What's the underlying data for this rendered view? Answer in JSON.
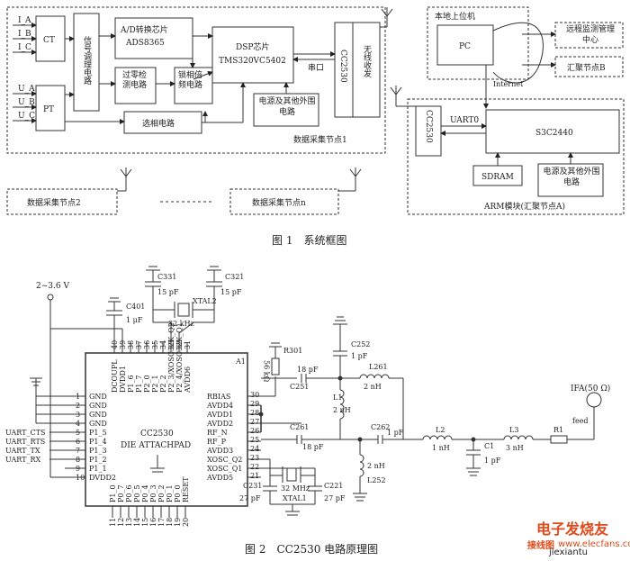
{
  "fig1": {
    "caption": "图 1　系统框图",
    "inputs_i": [
      "I_A",
      "I_B",
      "I_C"
    ],
    "inputs_u": [
      "U_A",
      "U_B",
      "U_C"
    ],
    "ct": "CT",
    "pt": "PT",
    "cond_circuit": "信号调理电路",
    "adc_line1": "A/D转换芯片",
    "adc_line2": "ADS8365",
    "zero_detect": "过零检测电路",
    "pll": "锁相倍频电路",
    "phase_select": "选相电路",
    "dsp_line1": "DSP芯片",
    "dsp_line2": "TMS320VC5402",
    "serial": "串口",
    "power1": "电源及其他外围电路",
    "cc2530_1": "CC2530",
    "wireless": "无线收发",
    "node1": "数据采集节点1",
    "node2": "数据采集节点2",
    "noden": "数据采集节点n",
    "pc_title": "本地上位机",
    "pc": "PC",
    "internet": "Internet",
    "remote": "远程监测管理中心",
    "sink_b": "汇聚节点B",
    "cc2530_2": "CC2530",
    "uart0": "UART0",
    "s3c": "S3C2440",
    "sdram": "SDRAM",
    "power2": "电源及其他外围电路",
    "arm": "ARM模块(汇聚节点A)"
  },
  "fig2": {
    "caption": "图 2　CC2530 电路原理图",
    "supply": "2~3.6 V",
    "chip_line1": "CC2530",
    "chip_line2": "DIE ATTACHPAD",
    "chip_ref": "A1",
    "left_pins": [
      {
        "n": "1",
        "name": "GND"
      },
      {
        "n": "2",
        "name": "GND"
      },
      {
        "n": "3",
        "name": "GND"
      },
      {
        "n": "4",
        "name": "GND"
      },
      {
        "n": "5",
        "name": "P1_5"
      },
      {
        "n": "6",
        "name": "P1_4"
      },
      {
        "n": "7",
        "name": "P1_3"
      },
      {
        "n": "8",
        "name": "P1_2"
      },
      {
        "n": "9",
        "name": "P1_1"
      },
      {
        "n": "10",
        "name": "DVDD2"
      }
    ],
    "uart_signals": [
      "UART_CTS",
      "UART_RTS",
      "UART_TX",
      "UART_RX"
    ],
    "top_pins": [
      {
        "n": "40",
        "name": "DCOUPL"
      },
      {
        "n": "39",
        "name": "DVDD1"
      },
      {
        "n": "38",
        "name": "P1_6"
      },
      {
        "n": "37",
        "name": "P1_7"
      },
      {
        "n": "36",
        "name": "P2_0"
      },
      {
        "n": "35",
        "name": "P2_1"
      },
      {
        "n": "34",
        "name": "P2_2"
      },
      {
        "n": "33",
        "name": "P2_3/XOSC32K_Q2"
      },
      {
        "n": "32",
        "name": "P2_4/XOSC32K_Q1"
      },
      {
        "n": "31",
        "name": "AVDD6"
      }
    ],
    "right_pins": [
      {
        "n": "30",
        "name": "RBIAS"
      },
      {
        "n": "29",
        "name": "AVDD4"
      },
      {
        "n": "28",
        "name": "AVDD1"
      },
      {
        "n": "27",
        "name": "AVDD2"
      },
      {
        "n": "26",
        "name": "RF_N"
      },
      {
        "n": "25",
        "name": "RF_P"
      },
      {
        "n": "24",
        "name": "AVDD3"
      },
      {
        "n": "23",
        "name": "XOSC_Q2"
      },
      {
        "n": "22",
        "name": "XOSC_Q1"
      },
      {
        "n": "21",
        "name": "AVDD5"
      }
    ],
    "bottom_pins": [
      {
        "n": "11",
        "name": "P1_0"
      },
      {
        "n": "12",
        "name": "P0_7"
      },
      {
        "n": "13",
        "name": "P0_6"
      },
      {
        "n": "14",
        "name": "P0_5"
      },
      {
        "n": "15",
        "name": "P0_4"
      },
      {
        "n": "16",
        "name": "P0_3"
      },
      {
        "n": "17",
        "name": "P0_2"
      },
      {
        "n": "18",
        "name": "P0_1"
      },
      {
        "n": "19",
        "name": "P0_0"
      },
      {
        "n": "20",
        "name": "RESET"
      }
    ],
    "c331": "C331",
    "c331_val": "15 pF",
    "c321": "C321",
    "c321_val": "15 pF",
    "xtal2": "XTAL2",
    "xtal2_val": "32 kHz",
    "c401": "C401",
    "c401_val": "1 μF",
    "r301": "R301",
    "r301_val": "56 kΩ",
    "c251": "C251",
    "c251_val": "18 pF",
    "l1": "L1",
    "l1_val": "2 nH",
    "c252": "C252",
    "c252_val": "1 pF",
    "l261": "L261",
    "l261_val": "2 nH",
    "c261": "C261",
    "c261_val": "18 pF",
    "c262": "C262",
    "c262_val": "1 pF",
    "l252": "L252",
    "l252_val": "2 nH",
    "l2": "L2",
    "l2_val": "1 nH",
    "c1": "C1",
    "c1_val": "1 pF",
    "l3": "L3",
    "l3_val": "3 nH",
    "r1": "R1",
    "ifa": "IFA(50 Ω)",
    "feed": "feed",
    "c231": "C231",
    "c231_val": "27 pF",
    "c221": "C221",
    "c221_val": "27 pF",
    "xtal1": "XTAL1",
    "xtal1_val": "32 MHz"
  },
  "watermark": {
    "logo_text": "电子发烧友",
    "site_cn": "接线图",
    "site_en": "www.elecfans.com",
    "site2": "jiexiantu"
  }
}
